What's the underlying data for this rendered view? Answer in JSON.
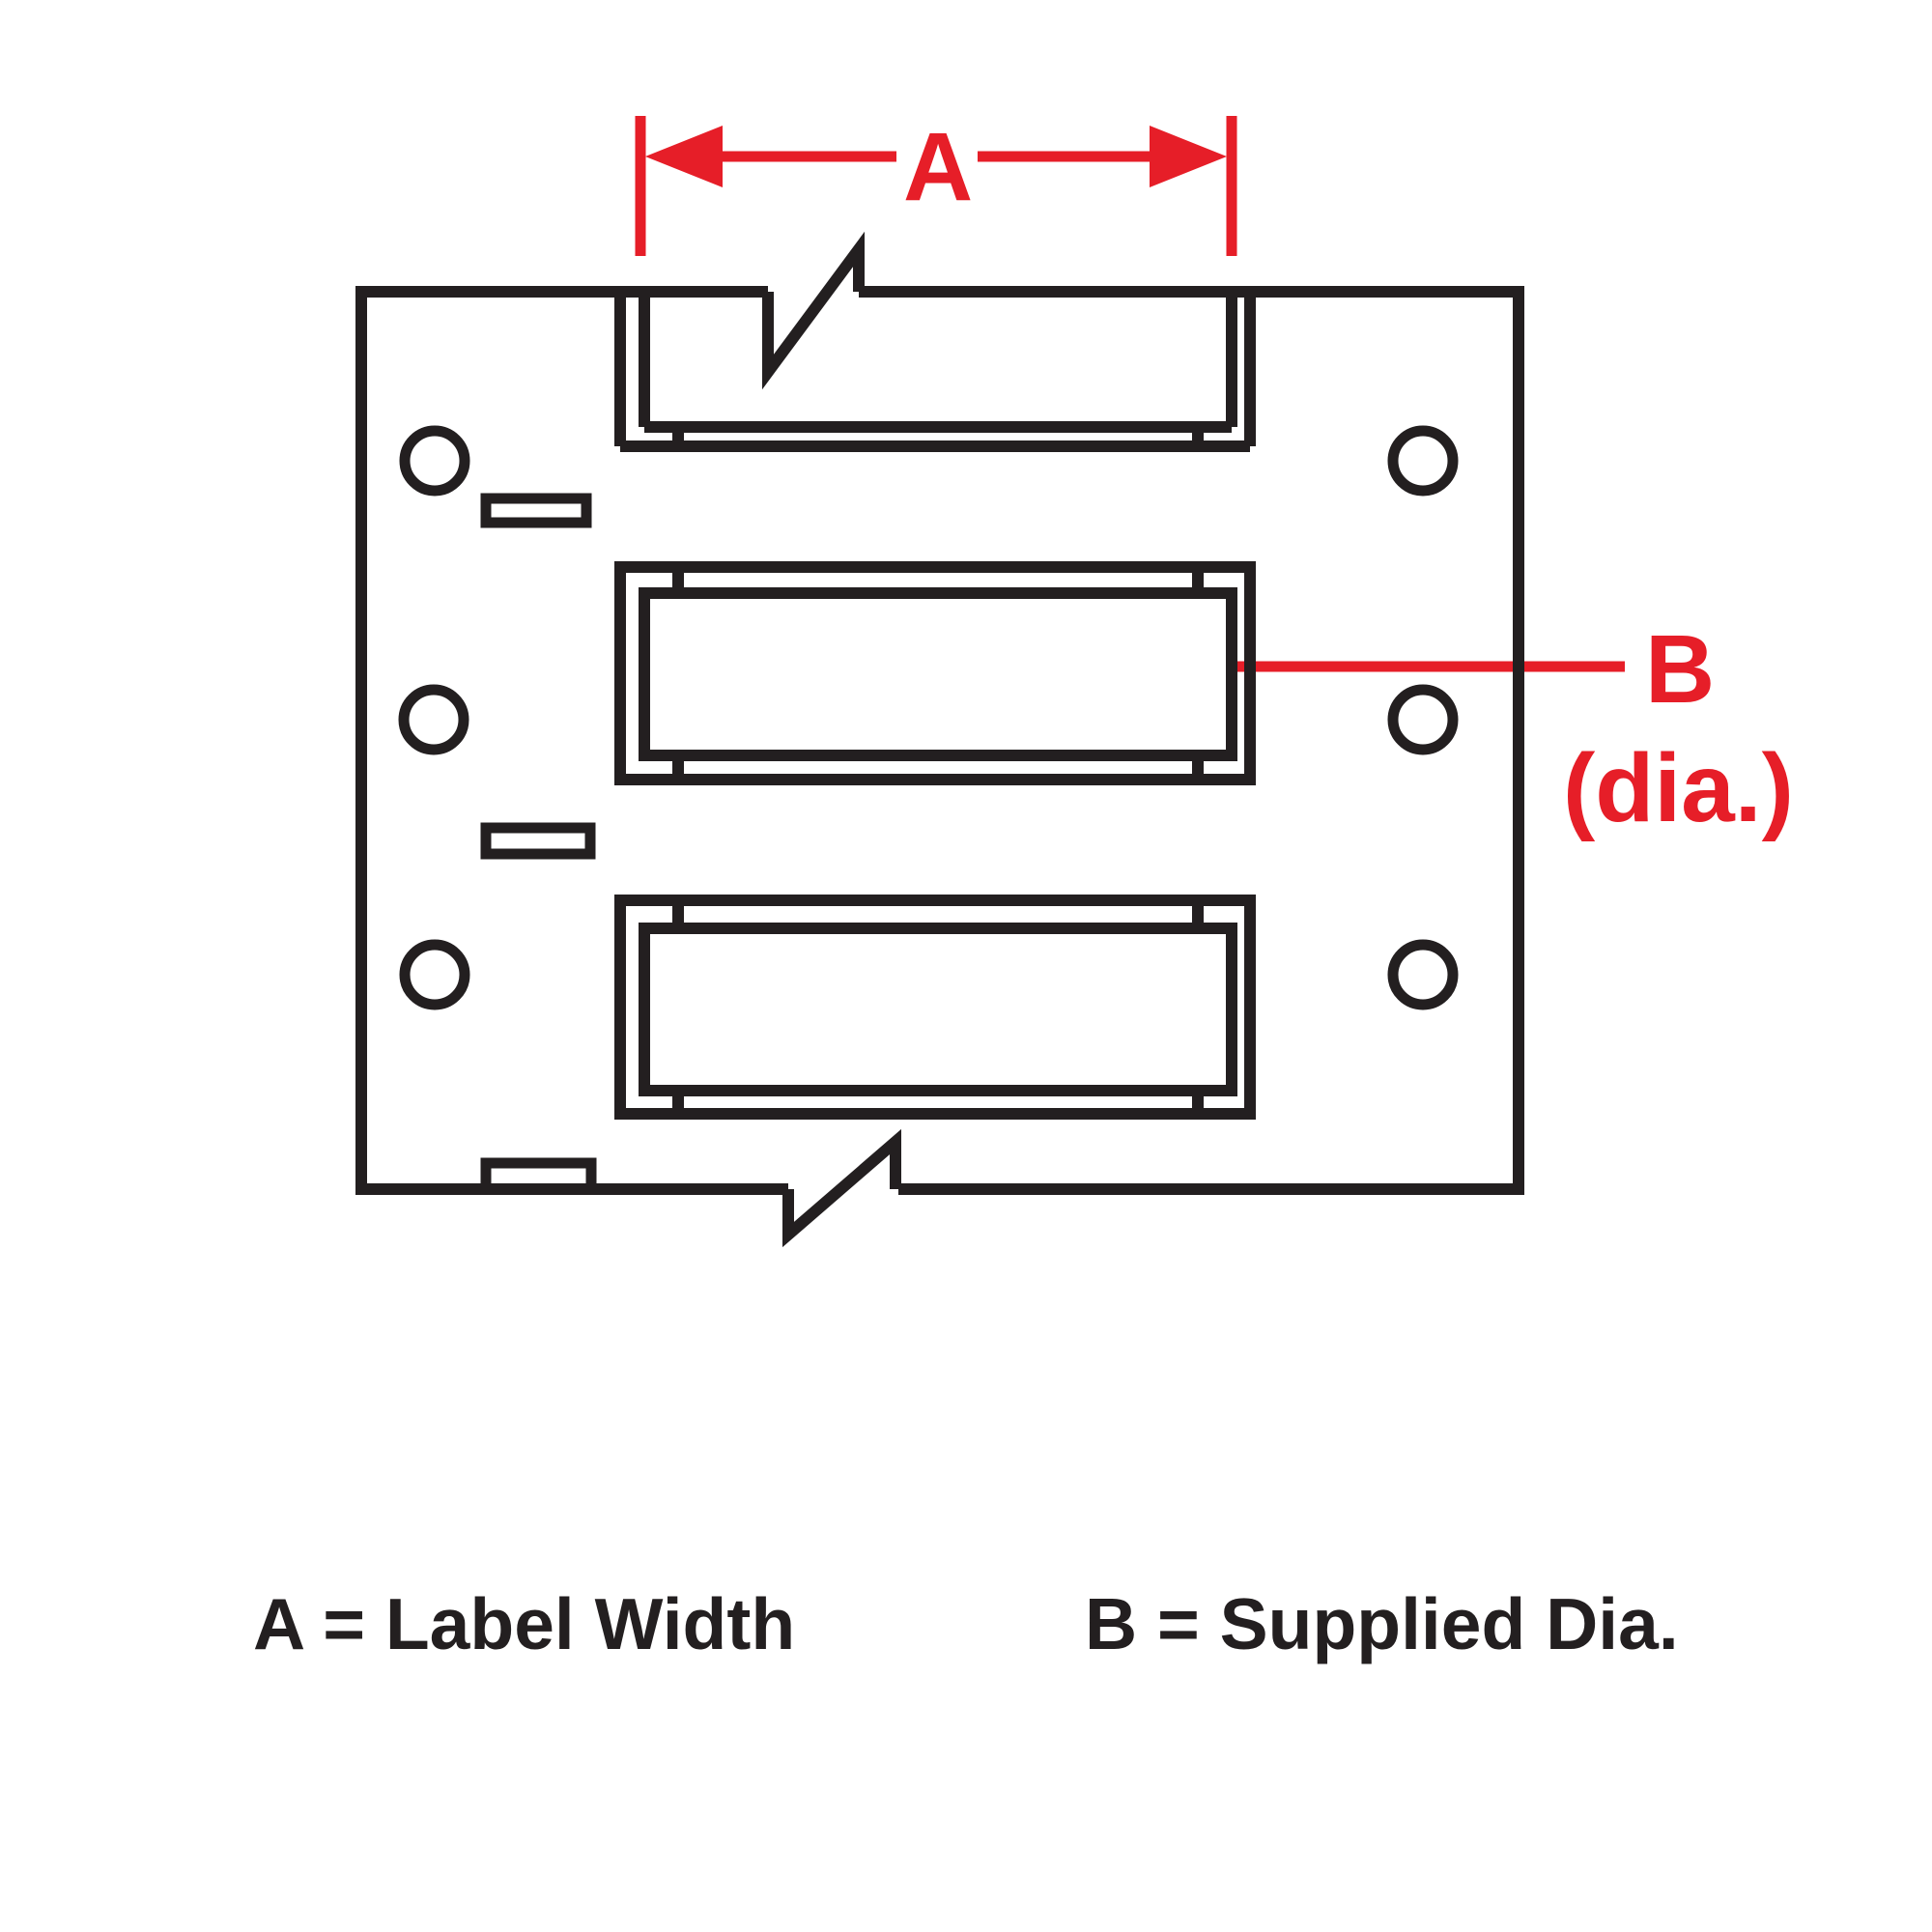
{
  "diagram": {
    "dim_a_label": "A",
    "dim_b_label": "B",
    "dim_b_sublabel": "(dia.)",
    "caption_a": "A = Label Width",
    "caption_b": "B = Supplied Dia."
  },
  "colors": {
    "accent_red": "#e61e28",
    "line_black": "#231f20",
    "background": "#ffffff"
  }
}
